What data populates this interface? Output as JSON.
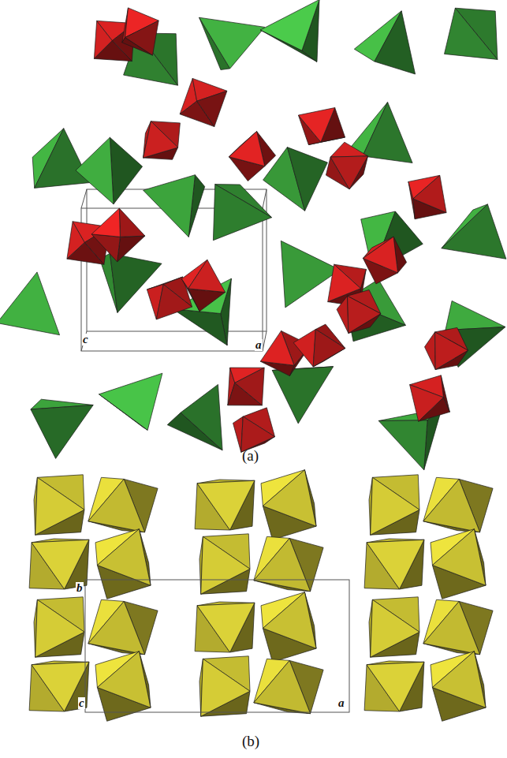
{
  "diagram": {
    "labels": [
      "c",
      "a",
      "(a)",
      "b",
      "c",
      "a",
      "(b)"
    ]
  }
}
